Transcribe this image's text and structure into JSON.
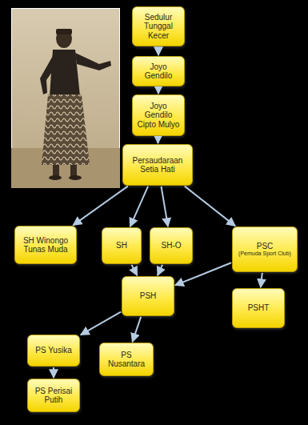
{
  "diagram": {
    "nodes": [
      {
        "text": [
          "Sedulur Tunggal Kecer"
        ]
      },
      {
        "text": [
          "Joyo Gendilo"
        ]
      },
      {
        "text": [
          "Joyo Gendilo Cipto Mulyo"
        ]
      },
      {
        "text": [
          "Persaudaraan Setia Hati"
        ]
      },
      {
        "text": [
          "SH Winongo Tunas Muda"
        ]
      },
      {
        "text": [
          "SH"
        ]
      },
      {
        "text": [
          "SH-O"
        ]
      },
      {
        "text": [
          "PSC",
          "(Pemuda Sport Club)"
        ]
      },
      {
        "text": [
          "PSH"
        ]
      },
      {
        "text": [
          "PSHT"
        ]
      },
      {
        "text": [
          "PS Yusika"
        ]
      },
      {
        "text": [
          "PS Nusantara"
        ]
      },
      {
        "text": [
          "PS Perisai Putih"
        ]
      }
    ],
    "edges": [
      {
        "from": 0,
        "to": 1,
        "arrow": "to"
      },
      {
        "from": 1,
        "to": 2,
        "arrow": "to"
      },
      {
        "from": 2,
        "to": 3,
        "arrow": "to"
      },
      {
        "from": 3,
        "to": 4,
        "arrow": "to"
      },
      {
        "from": 3,
        "to": 5,
        "arrow": "to"
      },
      {
        "from": 3,
        "to": 6,
        "arrow": "to"
      },
      {
        "from": 3,
        "to": 7,
        "arrow": "to"
      },
      {
        "from": 5,
        "to": 8,
        "arrow": "to"
      },
      {
        "from": 6,
        "to": 8,
        "arrow": "to"
      },
      {
        "from": 7,
        "to": 8,
        "arrow": "to"
      },
      {
        "from": 7,
        "to": 9,
        "arrow": "to"
      },
      {
        "from": 8,
        "to": 10,
        "arrow": "to"
      },
      {
        "from": 8,
        "to": 11,
        "arrow": "to"
      },
      {
        "from": 10,
        "to": 12,
        "arrow": "to"
      }
    ]
  }
}
